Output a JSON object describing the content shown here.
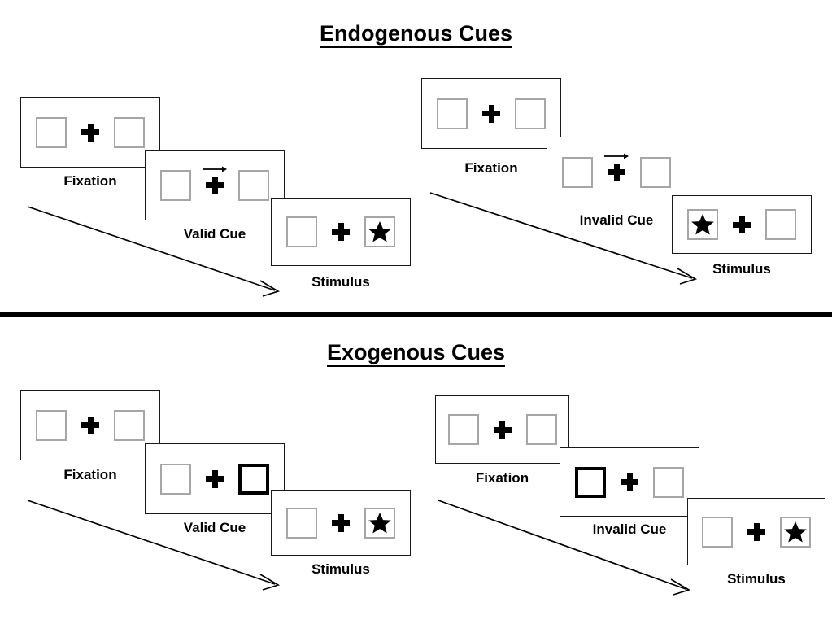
{
  "figure": {
    "title_endogenous": "Endogenous Cues",
    "title_exogenous": "Exogenous Cues",
    "colors": {
      "box_border": "#a6a6a6",
      "box_highlight_border": "#000000",
      "panel_border": "#1a1a1a",
      "ink": "#000000",
      "background": "#ffffff"
    }
  },
  "sections": [
    {
      "id": "endogenous",
      "title": "Endogenous Cues",
      "sequences": [
        {
          "id": "endogenous-valid",
          "condition": "valid",
          "frames": [
            {
              "label": "Fixation",
              "type": "fixation",
              "left_box": "empty",
              "right_box": "empty",
              "cue": "none"
            },
            {
              "label": "Valid Cue",
              "type": "cue",
              "left_box": "empty",
              "right_box": "empty",
              "cue": "arrow-right"
            },
            {
              "label": "Stimulus",
              "type": "stimulus",
              "left_box": "empty",
              "right_box": "star",
              "cue": "none"
            }
          ]
        },
        {
          "id": "endogenous-invalid",
          "condition": "invalid",
          "frames": [
            {
              "label": "Fixation",
              "type": "fixation",
              "left_box": "empty",
              "right_box": "empty",
              "cue": "none"
            },
            {
              "label": "Invalid Cue",
              "type": "cue",
              "left_box": "empty",
              "right_box": "empty",
              "cue": "arrow-right"
            },
            {
              "label": "Stimulus",
              "type": "stimulus",
              "left_box": "star",
              "right_box": "empty",
              "cue": "none"
            }
          ]
        }
      ]
    },
    {
      "id": "exogenous",
      "title": "Exogenous Cues",
      "sequences": [
        {
          "id": "exogenous-valid",
          "condition": "valid",
          "frames": [
            {
              "label": "Fixation",
              "type": "fixation",
              "left_box": "empty",
              "right_box": "empty",
              "cue": "none"
            },
            {
              "label": "Valid Cue",
              "type": "cue",
              "left_box": "empty",
              "right_box": "highlight",
              "cue": "none"
            },
            {
              "label": "Stimulus",
              "type": "stimulus",
              "left_box": "empty",
              "right_box": "star",
              "cue": "none"
            }
          ]
        },
        {
          "id": "exogenous-invalid",
          "condition": "invalid",
          "frames": [
            {
              "label": "Fixation",
              "type": "fixation",
              "left_box": "empty",
              "right_box": "empty",
              "cue": "none"
            },
            {
              "label": "Invalid Cue",
              "type": "cue",
              "left_box": "highlight",
              "right_box": "empty",
              "cue": "none"
            },
            {
              "label": "Stimulus",
              "type": "stimulus",
              "left_box": "empty",
              "right_box": "star",
              "cue": "none"
            }
          ]
        }
      ]
    }
  ],
  "icons": {
    "fixation_cross": "plus-icon",
    "cue_arrow": "arrow-right-icon",
    "target": "star-icon",
    "time_flow": "time-arrow-icon"
  }
}
